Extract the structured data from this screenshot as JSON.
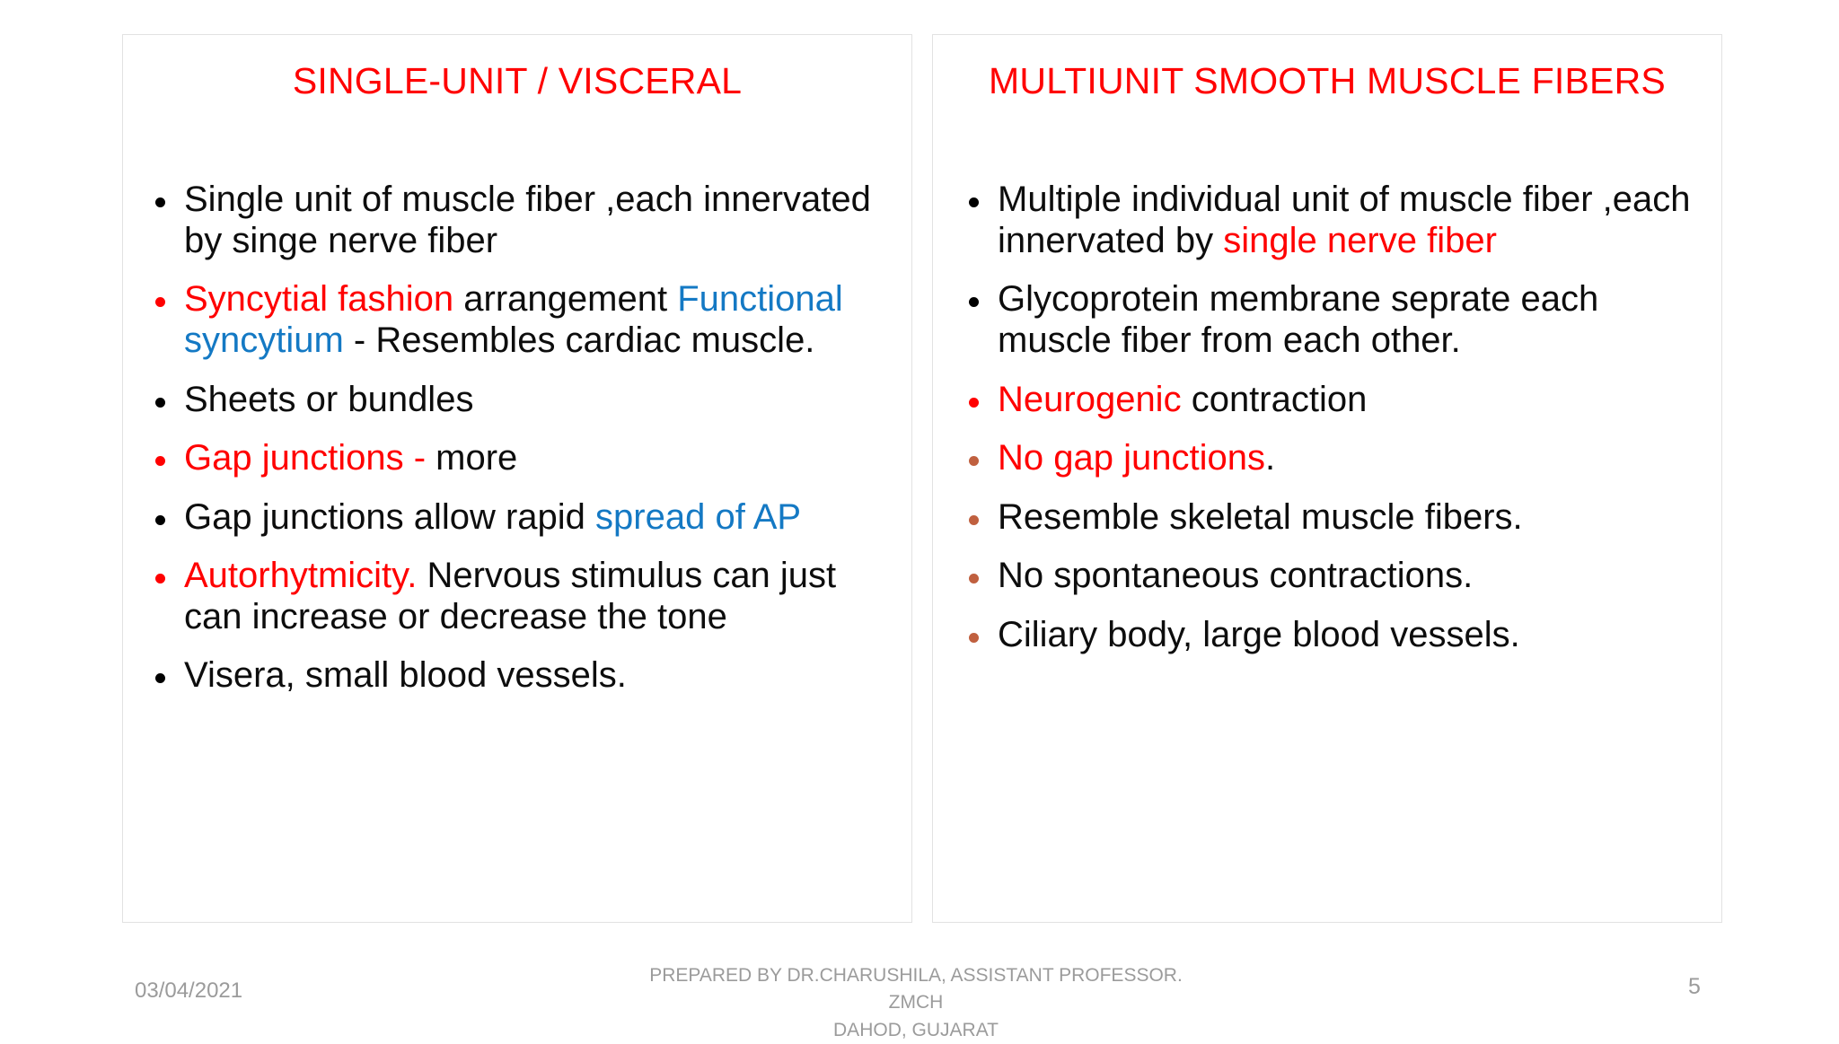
{
  "slide": {
    "columns": [
      {
        "title": "SINGLE-UNIT / VISCERAL",
        "bullets": [
          {
            "bullet_color": "#000000",
            "segments": [
              {
                "text": "Single unit of muscle fiber ,each innervated by singe nerve fiber",
                "color": "#0d0d0d"
              }
            ]
          },
          {
            "bullet_color": "#ff0000",
            "segments": [
              {
                "text": "Syncytial fashion",
                "color": "#ff0000"
              },
              {
                "text": " arrangement ",
                "color": "#0d0d0d"
              },
              {
                "text": "Functional syncytium",
                "color": "#1479c4"
              },
              {
                "text": " -  Resembles cardiac muscle.",
                "color": "#0d0d0d"
              }
            ]
          },
          {
            "bullet_color": "#000000",
            "segments": [
              {
                "text": "Sheets or bundles",
                "color": "#0d0d0d"
              }
            ]
          },
          {
            "bullet_color": "#ff0000",
            "segments": [
              {
                "text": "Gap junctions -",
                "color": "#ff0000"
              },
              {
                "text": " more",
                "color": "#0d0d0d"
              }
            ]
          },
          {
            "bullet_color": "#000000",
            "segments": [
              {
                "text": "Gap junctions allow rapid ",
                "color": "#0d0d0d"
              },
              {
                "text": "spread of AP",
                "color": "#1479c4"
              }
            ]
          },
          {
            "bullet_color": "#ff0000",
            "segments": [
              {
                "text": "Autorhytmicity.",
                "color": "#ff0000"
              },
              {
                "text": " Nervous stimulus can just can increase or decrease the tone",
                "color": "#0d0d0d"
              }
            ]
          },
          {
            "bullet_color": "#000000",
            "segments": [
              {
                "text": "Visera, small blood vessels.",
                "color": "#0d0d0d"
              }
            ]
          }
        ]
      },
      {
        "title": "MULTIUNIT SMOOTH MUSCLE FIBERS",
        "bullets": [
          {
            "bullet_color": "#000000",
            "segments": [
              {
                "text": "Multiple individual unit of muscle fiber ,each innervated by ",
                "color": "#0d0d0d"
              },
              {
                "text": "single nerve fiber",
                "color": "#ff0000"
              }
            ]
          },
          {
            "bullet_color": "#000000",
            "segments": [
              {
                "text": "Glycoprotein membrane seprate each muscle fiber from each other.",
                "color": "#0d0d0d"
              }
            ]
          },
          {
            "bullet_color": "#ff0000",
            "segments": [
              {
                "text": "Neurogenic",
                "color": "#ff0000"
              },
              {
                "text": " contraction",
                "color": "#0d0d0d"
              }
            ]
          },
          {
            "bullet_color": "#c0603f",
            "segments": [
              {
                "text": "No gap junctions",
                "color": "#ff0000"
              },
              {
                "text": ".",
                "color": "#0d0d0d"
              }
            ]
          },
          {
            "bullet_color": "#c0603f",
            "segments": [
              {
                "text": "Resemble  skeletal muscle fibers.",
                "color": "#0d0d0d"
              }
            ]
          },
          {
            "bullet_color": "#c0603f",
            "segments": [
              {
                "text": "No spontaneous contractions.",
                "color": "#0d0d0d"
              }
            ]
          },
          {
            "bullet_color": "#c0603f",
            "segments": [
              {
                "text": "Ciliary body, large blood vessels.",
                "color": "#0d0d0d"
              }
            ]
          }
        ]
      }
    ],
    "footer": {
      "date": "03/04/2021",
      "attribution_line1": "PREPARED BY DR.CHARUSHILA, ASSISTANT PROFESSOR. ZMCH",
      "attribution_line2": "DAHOD, GUJARAT",
      "page_number": "5"
    }
  }
}
